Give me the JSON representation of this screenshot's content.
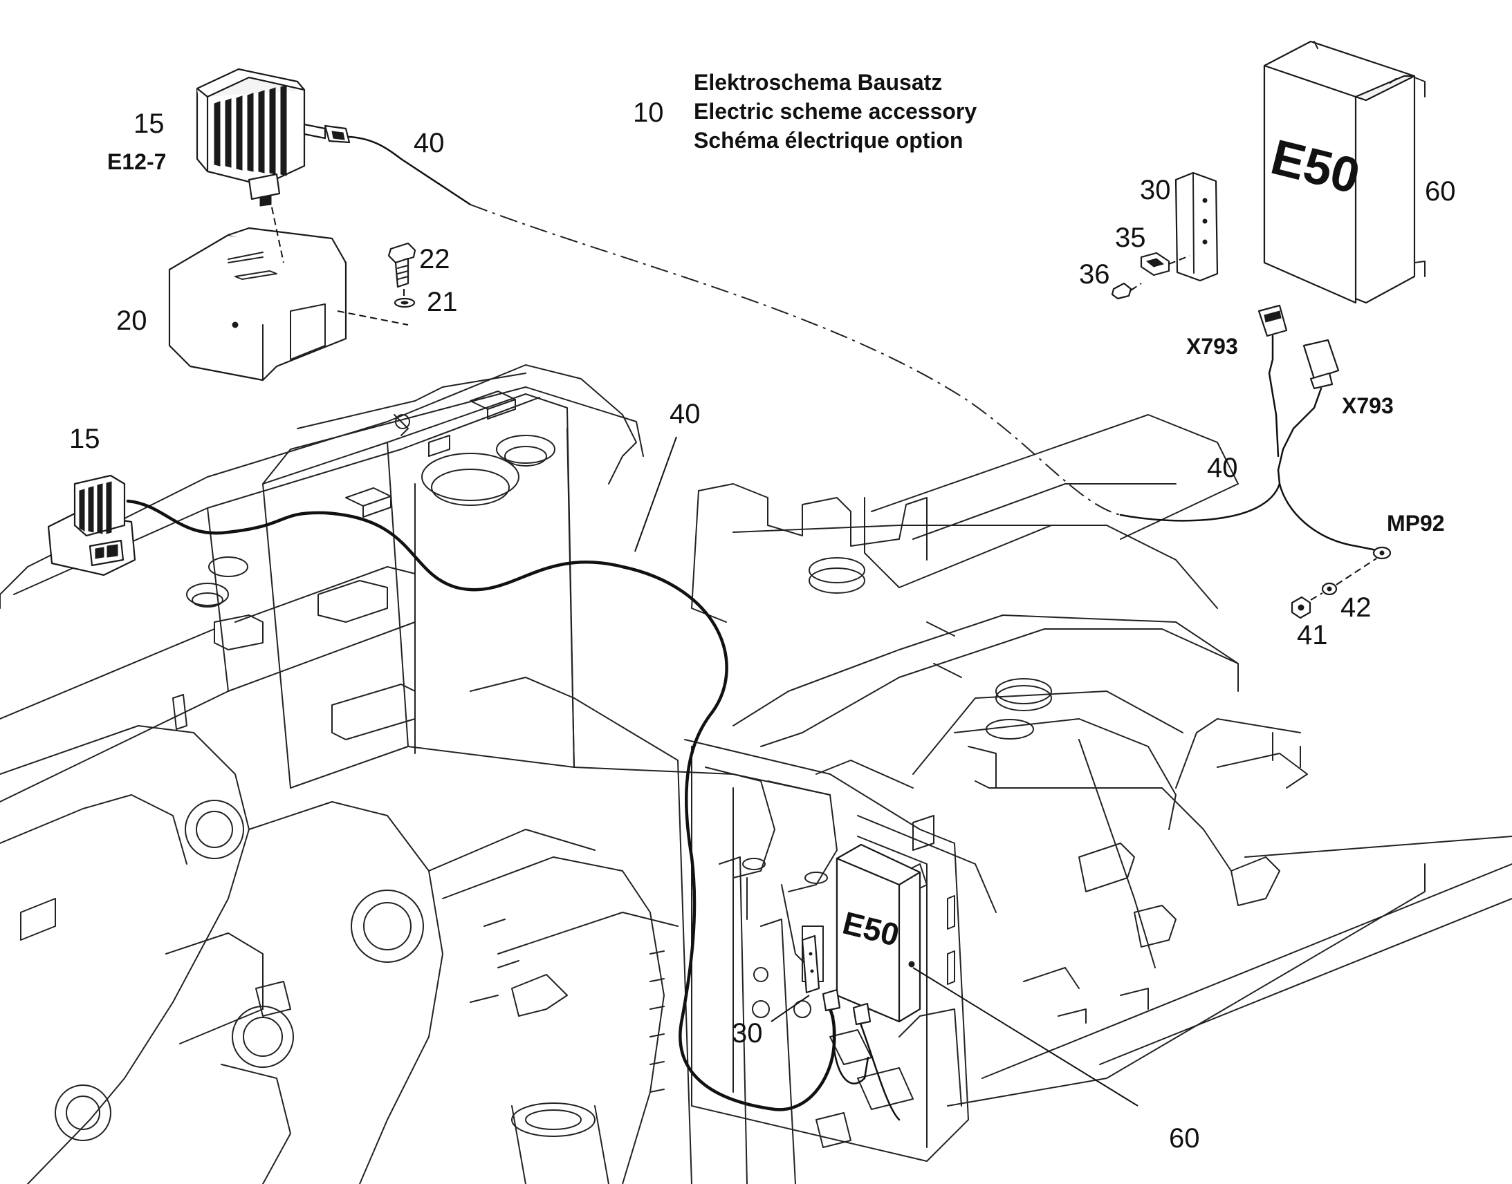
{
  "title": {
    "number": "10",
    "line_de": "Elektroschema Bausatz",
    "line_en": "Electric scheme accessory",
    "line_fr": "Schéma électrique option"
  },
  "callouts": {
    "lamp_top_num": "15",
    "lamp_top_code": "E12-7",
    "cable_top": "40",
    "bracket": "20",
    "bolt": "22",
    "washer_top": "21",
    "plate": "30",
    "clip": "35",
    "screw": "36",
    "box_top": "60",
    "connector_a": "X793",
    "connector_b": "X793",
    "cable_right": "40",
    "ground": "MP92",
    "nut": "41",
    "washer_right": "42",
    "lamp_mounted": "15",
    "cable_mid": "40",
    "plate_bottom": "30",
    "box_bottom": "60"
  },
  "box_text": {
    "top": "E50",
    "bottom": "E50"
  }
}
